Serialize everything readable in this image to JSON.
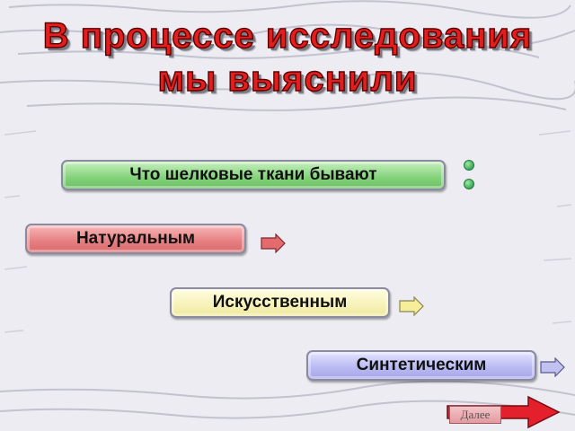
{
  "title": {
    "line1": "В процессе исследования",
    "line2": "мы выяснили"
  },
  "statement": {
    "label": "Что шелковые ткани бывают",
    "color": "#82d27a"
  },
  "options": [
    {
      "label": "Натуральным",
      "color": "#e67e80",
      "icon": "arrow-right-icon"
    },
    {
      "label": "Искусственным",
      "color": "#f7f2b8",
      "icon": "arrow-right-icon"
    },
    {
      "label": "Синтетическим",
      "color": "#b8b8f2",
      "icon": "arrow-right-icon"
    }
  ],
  "navigation": {
    "next_label": "Далее",
    "next_icon": "arrow-right-icon",
    "next_color": "#e4202c"
  }
}
